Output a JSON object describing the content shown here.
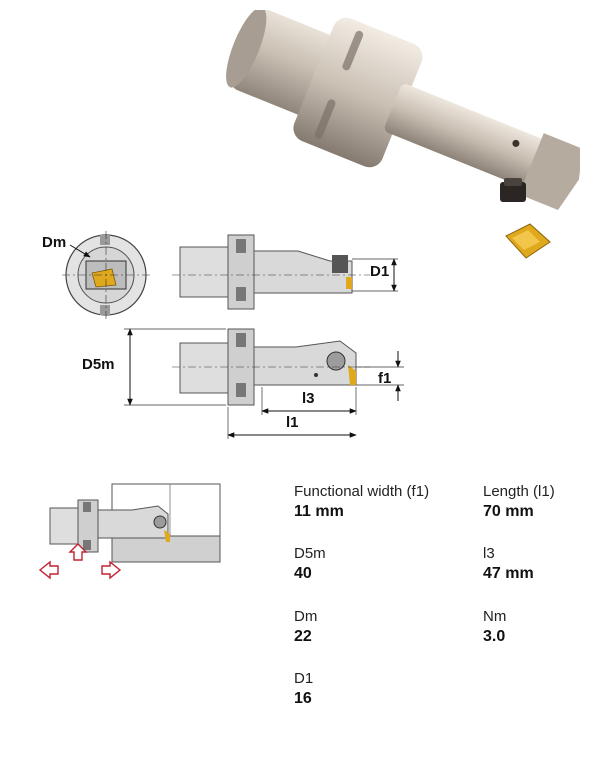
{
  "drawing_labels": {
    "dm": "Dm",
    "d1": "D1",
    "d5m": "D5m",
    "f1": "f1",
    "l3": "l3",
    "l1": "l1"
  },
  "specs": [
    {
      "label": "Functional width (f1)",
      "value": "11 mm"
    },
    {
      "label": "Length (l1)",
      "value": "70 mm"
    },
    {
      "label": "D5m",
      "value": "40"
    },
    {
      "label": "l3",
      "value": "47 mm"
    },
    {
      "label": "Dm",
      "value": "22"
    },
    {
      "label": "Nm",
      "value": "3.0"
    },
    {
      "label": "D1",
      "value": "16"
    }
  ],
  "colors": {
    "steel_light": "#d8cfc4",
    "steel_dark": "#9b9086",
    "insert_gold": "#e0a81c",
    "arrow_red": "#c0222f",
    "part_gray": "#cfcfcf"
  }
}
